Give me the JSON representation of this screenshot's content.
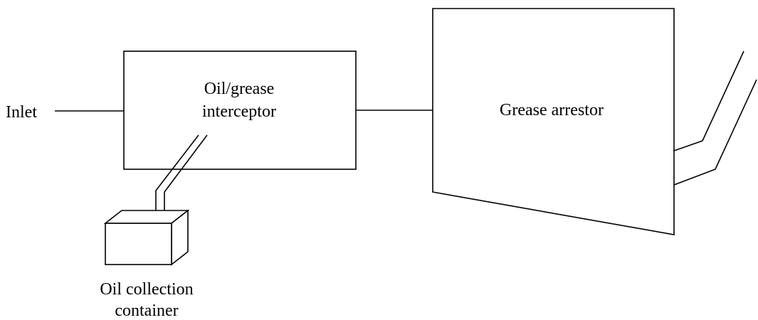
{
  "labels": {
    "inlet": "Inlet",
    "interceptor_line1": "Oil/grease",
    "interceptor_line2": "interceptor",
    "arrestor": "Grease arrestor",
    "container_line1": "Oil collection",
    "container_line2": "container"
  },
  "colors": {
    "stroke": "#000000",
    "background": "#ffffff"
  }
}
